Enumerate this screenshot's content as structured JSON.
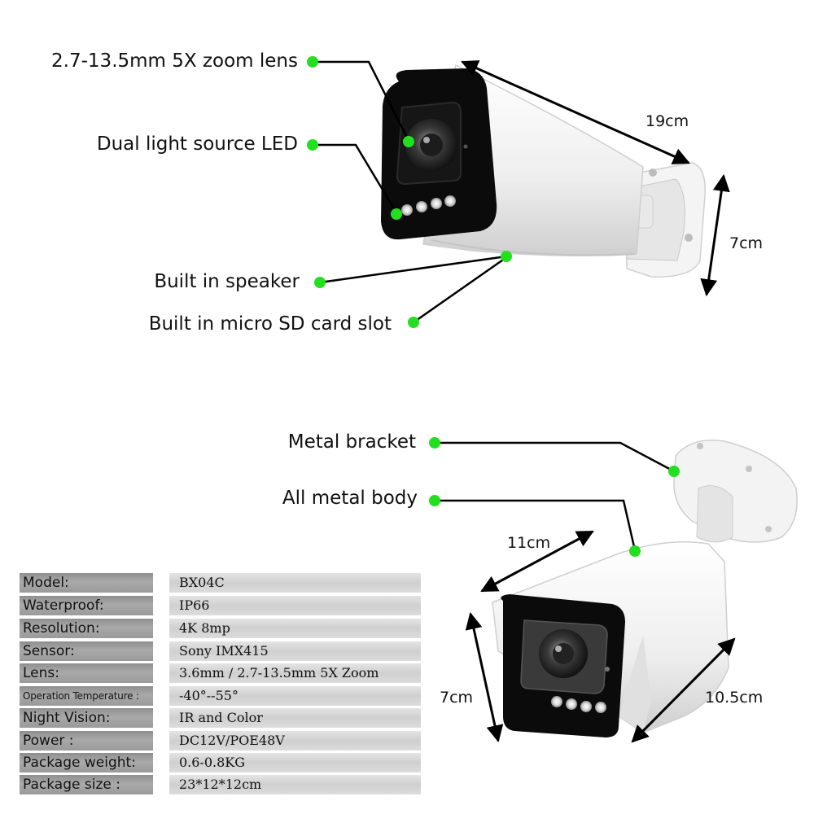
{
  "callouts": {
    "zoom_lens": "2.7-13.5mm 5X zoom lens",
    "led": "Dual light source LED",
    "speaker": "Built in speaker",
    "sd_slot": "Built in micro SD card slot",
    "bracket": "Metal bracket",
    "body": "All metal body"
  },
  "dimensions": {
    "top_length": "19cm",
    "top_height": "7cm",
    "bottom_width": "11cm",
    "bottom_height": "7cm",
    "bottom_depth": "10.5cm"
  },
  "specs": [
    {
      "key": "Model:",
      "value": "BX04C"
    },
    {
      "key": "Waterproof:",
      "value": "IP66"
    },
    {
      "key": "Resolution:",
      "value": "4K 8mp"
    },
    {
      "key": "Sensor:",
      "value": "Sony IMX415"
    },
    {
      "key": "Lens:",
      "value": "3.6mm  / 2.7-13.5mm 5X Zoom"
    },
    {
      "key": "Operation Temperature :",
      "value": "-40°--55°"
    },
    {
      "key": "Night Vision:",
      "value": "IR and Color"
    },
    {
      "key": "Power :",
      "value": "DC12V/POE48V"
    },
    {
      "key": "Package weight:",
      "value": "0.6-0.8KG"
    },
    {
      "key": "Package size :",
      "value": "23*12*12cm"
    }
  ],
  "colors": {
    "callout_dot": "#22e01f",
    "camera_body": "#f2f2f2",
    "camera_face": "#0b0b0b",
    "spec_key_bg": "#a4a4a4",
    "spec_value_bg": "#d9d9d9"
  }
}
